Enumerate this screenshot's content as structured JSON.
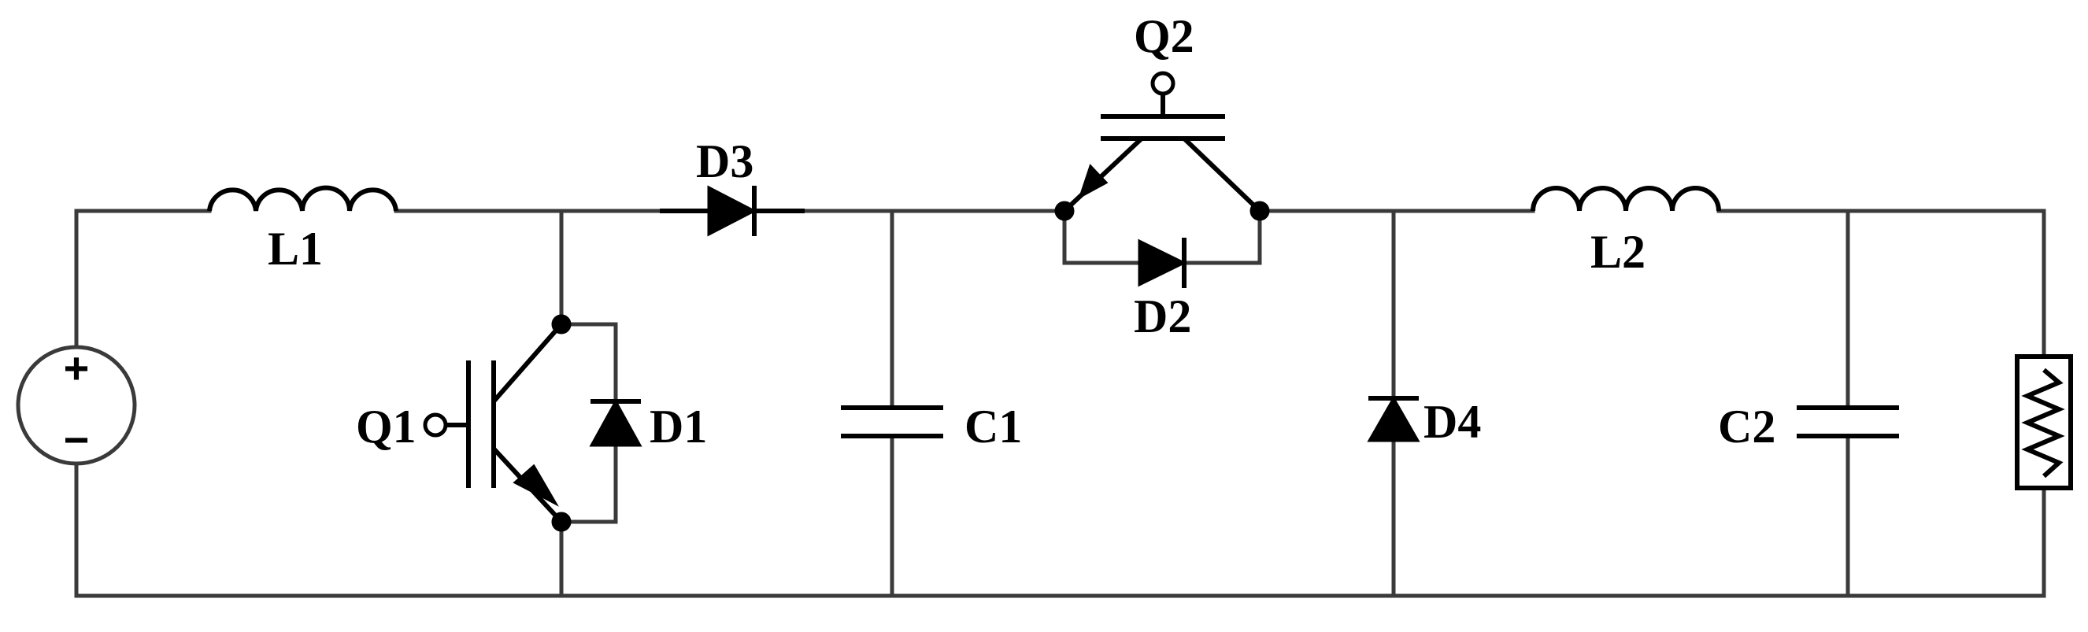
{
  "labels": {
    "L1": "L1",
    "L2": "L2",
    "Q1": "Q1",
    "Q2": "Q2",
    "D1": "D1",
    "D2": "D2",
    "D3": "D3",
    "D4": "D4",
    "C1": "C1",
    "C2": "C2"
  },
  "source": {
    "plus": "+",
    "minus": "−"
  },
  "colors": {
    "wire": "#3a3a3a",
    "component": "#000000",
    "background": "#ffffff"
  }
}
